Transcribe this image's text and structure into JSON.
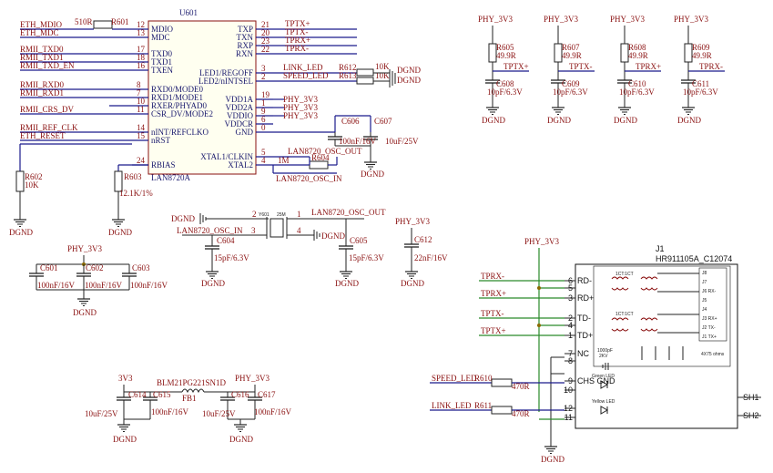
{
  "u601": {
    "ref": "U601",
    "part": "LAN8720A",
    "left_pins": [
      {
        "name": "MDIO",
        "num": "12"
      },
      {
        "name": "MDC",
        "num": "13"
      },
      {
        "name": "TXD0",
        "num": "17"
      },
      {
        "name": "TXD1",
        "num": "18"
      },
      {
        "name": "TXEN",
        "num": "16"
      },
      {
        "name": "RXD0/MODE0",
        "num": "8"
      },
      {
        "name": "RXD1/MODE1",
        "num": "7"
      },
      {
        "name": "RXER/PHYAD0",
        "num": "10"
      },
      {
        "name": "CSR_DV/MODE2",
        "num": "11"
      },
      {
        "name": "nINT/REFCLKO",
        "num": "14"
      },
      {
        "name": "nRST",
        "num": "15"
      },
      {
        "name": "RBIAS",
        "num": "24"
      }
    ],
    "right_pins": [
      {
        "name": "TXP",
        "num": "21"
      },
      {
        "name": "TXN",
        "num": "20"
      },
      {
        "name": "RXP",
        "num": "23"
      },
      {
        "name": "RXN",
        "num": "22"
      },
      {
        "name": "LED1/REGOFF",
        "num": "3"
      },
      {
        "name": "LED2/nINTSEL",
        "num": "2"
      },
      {
        "name": "VDD1A",
        "num": "19"
      },
      {
        "name": "VDD2A",
        "num": "1"
      },
      {
        "name": "VDDIO",
        "num": "9"
      },
      {
        "name": "VDDCR",
        "num": "6"
      },
      {
        "name": "GND",
        "num": "0"
      },
      {
        "name": "XTAL1/CLKIN",
        "num": "5"
      },
      {
        "name": "XTAL2",
        "num": "4"
      }
    ]
  },
  "left_nets": [
    "ETH_MDIO",
    "ETH_MDC",
    "RMII_TXD0",
    "RMII_TXD1",
    "RMII_TXD_EN",
    "RMII_RXD0",
    "RMII_RXD1",
    "RMII_CRS_DV",
    "RMII_REF_CLK",
    "ETH_RESET"
  ],
  "right_nets": {
    "tx_p": "TPTX+",
    "tx_n": "TPTX-",
    "rx_p": "TPRX+",
    "rx_n": "TPRX-",
    "link_led": "LINK_LED",
    "speed_led": "SPEED_LED",
    "phy_3v3": "PHY_3V3",
    "osc_out": "LAN8720_OSC_OUT",
    "osc_in": "LAN8720_OSC_IN",
    "dgnd": "DGND",
    "v3v3": "3V3"
  },
  "components": {
    "r601": {
      "ref": "R601",
      "value": "510R"
    },
    "r602": {
      "ref": "R602",
      "value": "10K"
    },
    "r603": {
      "ref": "R603",
      "value": "12.1K/1%"
    },
    "r604": {
      "ref": "R604",
      "value": "1M"
    },
    "r612": {
      "ref": "R612",
      "value": "10K"
    },
    "r613": {
      "ref": "R613",
      "value": "10K"
    },
    "c606": {
      "ref": "C606",
      "value": "100nF/16V"
    },
    "c607": {
      "ref": "C607",
      "value": "10uF/25V"
    },
    "c604": {
      "ref": "C604",
      "value": "15pF/6.3V"
    },
    "c605": {
      "ref": "C605",
      "value": "15pF/6.3V"
    },
    "c612": {
      "ref": "C612",
      "value": "22nF/16V"
    },
    "y601": {
      "ref": "Y601",
      "value": "25M"
    },
    "c601": {
      "ref": "C601",
      "value": "100nF/16V"
    },
    "c602": {
      "ref": "C602",
      "value": "100nF/16V"
    },
    "c603": {
      "ref": "C603",
      "value": "100nF/16V"
    },
    "c614": {
      "ref": "C614",
      "value": "10uF/25V"
    },
    "c615": {
      "ref": "C615",
      "value": "100nF/16V"
    },
    "fb1": {
      "ref": "FB1",
      "value": "BLM21PG221SN1D"
    },
    "c616": {
      "ref": "C616",
      "value": "10uF/25V"
    },
    "c617": {
      "ref": "C617",
      "value": "100nF/16V"
    },
    "r610": {
      "ref": "R610",
      "value": "470R"
    },
    "r611": {
      "ref": "R611",
      "value": "470R"
    }
  },
  "terminations": [
    {
      "r": "R605",
      "c": "C608",
      "net": "TPTX+"
    },
    {
      "r": "R607",
      "c": "C609",
      "net": "TPTX-"
    },
    {
      "r": "R608",
      "c": "C610",
      "net": "TPRX+"
    },
    {
      "r": "R609",
      "c": "C611",
      "net": "TPRX-"
    }
  ],
  "termination_values": {
    "r": "49.9R",
    "c": "10pF/6.3V"
  },
  "j1": {
    "ref": "J1",
    "part": "HR911105A_C12074",
    "pins": [
      {
        "label": "RD-",
        "num": "6"
      },
      {
        "label": "",
        "num": "5"
      },
      {
        "label": "RD+",
        "num": "3"
      },
      {
        "label": "TD-",
        "num": "2"
      },
      {
        "label": "",
        "num": "4"
      },
      {
        "label": "TD+",
        "num": "1"
      },
      {
        "label": "NC",
        "num": "7"
      },
      {
        "label": "",
        "num": "8"
      },
      {
        "label": "CHS GND",
        "num": "9"
      },
      {
        "label": "",
        "num": "10"
      },
      {
        "label": "",
        "num": "12"
      },
      {
        "label": "",
        "num": "11"
      }
    ],
    "shields": [
      "SH1",
      "SH2"
    ],
    "inner_right": [
      "J8",
      "J7",
      "J6 RX-",
      "J5",
      "J4",
      "J3 RX+",
      "J2 TX-",
      "J1 TX+"
    ],
    "xfmr": "1CT:1CT",
    "rnet": "4X75 ohms",
    "cap": "1000pF",
    "cap_v": "2KV",
    "led_green": "Green LED",
    "led_yellow": "Yellow LED"
  }
}
